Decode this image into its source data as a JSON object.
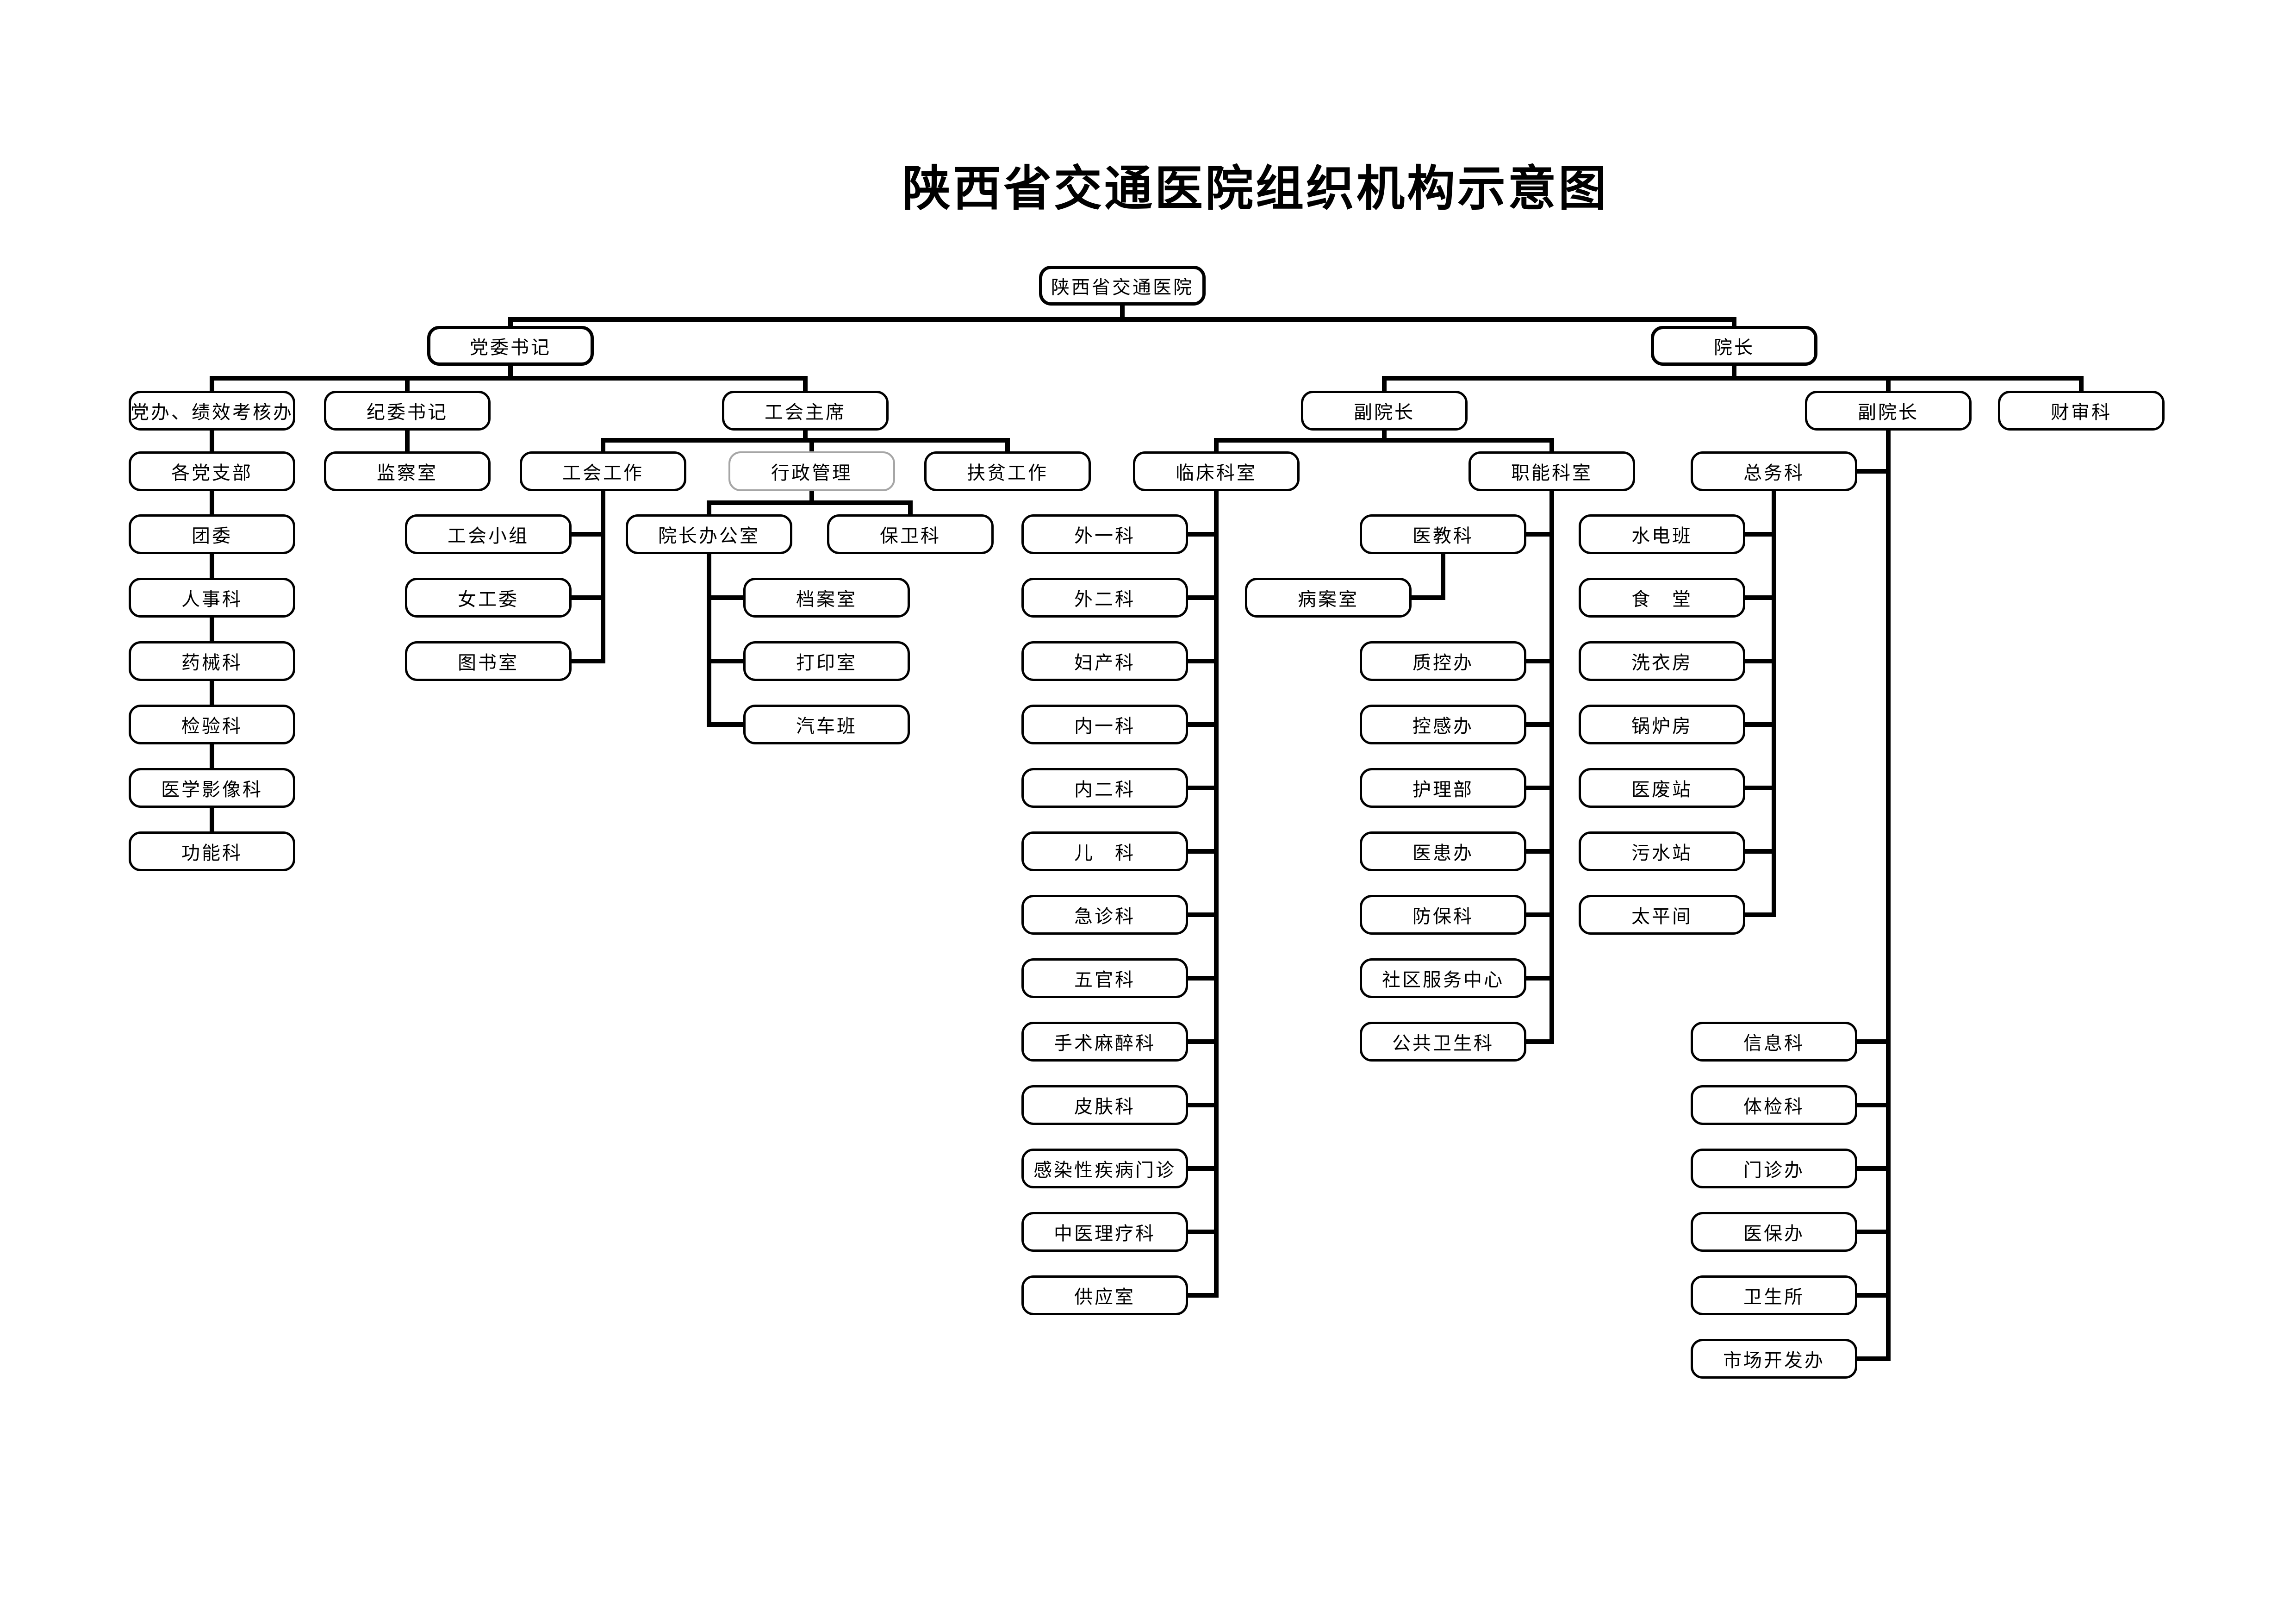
{
  "title": "陕西省交通医院组织机构示意图",
  "diagram": {
    "nodes": [
      {
        "id": "root",
        "label": "陕西省交通医院",
        "parent": null
      },
      {
        "id": "party-secretary",
        "label": "党委书记",
        "parent": "root"
      },
      {
        "id": "president",
        "label": "院长",
        "parent": "root"
      },
      {
        "id": "party-office",
        "label": "党办、绩效考核办",
        "parent": "party-secretary"
      },
      {
        "id": "discipline-secretary",
        "label": "纪委书记",
        "parent": "party-secretary"
      },
      {
        "id": "union-chairman",
        "label": "工会主席",
        "parent": "party-secretary"
      },
      {
        "id": "vice-president-1",
        "label": "副院长",
        "parent": "president"
      },
      {
        "id": "vice-president-2",
        "label": "副院长",
        "parent": "president"
      },
      {
        "id": "finance-audit",
        "label": "财审科",
        "parent": "president"
      },
      {
        "id": "party-branches",
        "label": "各党支部",
        "parent": "party-office"
      },
      {
        "id": "youth-league",
        "label": "团委",
        "parent": "party-branches"
      },
      {
        "id": "personnel",
        "label": "人事科",
        "parent": "youth-league"
      },
      {
        "id": "pharmacy-equipment",
        "label": "药械科",
        "parent": "personnel"
      },
      {
        "id": "laboratory",
        "label": "检验科",
        "parent": "pharmacy-equipment"
      },
      {
        "id": "medical-imaging",
        "label": "医学影像科",
        "parent": "laboratory"
      },
      {
        "id": "function-dept",
        "label": "功能科",
        "parent": "medical-imaging"
      },
      {
        "id": "supervision-office",
        "label": "监察室",
        "parent": "discipline-secretary"
      },
      {
        "id": "union-work",
        "label": "工会工作",
        "parent": "union-chairman"
      },
      {
        "id": "admin-management",
        "label": "行政管理",
        "parent": "union-chairman"
      },
      {
        "id": "poverty-alleviation",
        "label": "扶贫工作",
        "parent": "union-chairman"
      },
      {
        "id": "union-groups",
        "label": "工会小组",
        "parent": "union-work"
      },
      {
        "id": "women-workers",
        "label": "女工委",
        "parent": "union-work"
      },
      {
        "id": "library",
        "label": "图书室",
        "parent": "union-work"
      },
      {
        "id": "dean-office",
        "label": "院长办公室",
        "parent": "admin-management"
      },
      {
        "id": "security",
        "label": "保卫科",
        "parent": "admin-management"
      },
      {
        "id": "archives",
        "label": "档案室",
        "parent": "dean-office"
      },
      {
        "id": "print-room",
        "label": "打印室",
        "parent": "dean-office"
      },
      {
        "id": "motor-pool",
        "label": "汽车班",
        "parent": "dean-office"
      },
      {
        "id": "clinical-depts",
        "label": "临床科室",
        "parent": "vice-president-1"
      },
      {
        "id": "functional-depts",
        "label": "职能科室",
        "parent": "vice-president-1"
      },
      {
        "id": "surgery-1",
        "label": "外一科",
        "parent": "clinical-depts"
      },
      {
        "id": "surgery-2",
        "label": "外二科",
        "parent": "clinical-depts"
      },
      {
        "id": "obstetrics",
        "label": "妇产科",
        "parent": "clinical-depts"
      },
      {
        "id": "internal-1",
        "label": "内一科",
        "parent": "clinical-depts"
      },
      {
        "id": "internal-2",
        "label": "内二科",
        "parent": "clinical-depts"
      },
      {
        "id": "pediatrics",
        "label": "儿　科",
        "parent": "clinical-depts"
      },
      {
        "id": "emergency",
        "label": "急诊科",
        "parent": "clinical-depts"
      },
      {
        "id": "ent",
        "label": "五官科",
        "parent": "clinical-depts"
      },
      {
        "id": "anesthesia",
        "label": "手术麻醉科",
        "parent": "clinical-depts"
      },
      {
        "id": "dermatology",
        "label": "皮肤科",
        "parent": "clinical-depts"
      },
      {
        "id": "infectious-clinic",
        "label": "感染性疾病门诊",
        "parent": "clinical-depts"
      },
      {
        "id": "tcm-physio",
        "label": "中医理疗科",
        "parent": "clinical-depts"
      },
      {
        "id": "supply-room",
        "label": "供应室",
        "parent": "clinical-depts"
      },
      {
        "id": "medical-education",
        "label": "医教科",
        "parent": "functional-depts"
      },
      {
        "id": "medical-records",
        "label": "病案室",
        "parent": "medical-education"
      },
      {
        "id": "quality-control",
        "label": "质控办",
        "parent": "functional-depts"
      },
      {
        "id": "infection-control",
        "label": "控感办",
        "parent": "functional-depts"
      },
      {
        "id": "nursing",
        "label": "护理部",
        "parent": "functional-depts"
      },
      {
        "id": "doctor-patient",
        "label": "医患办",
        "parent": "functional-depts"
      },
      {
        "id": "prevention",
        "label": "防保科",
        "parent": "functional-depts"
      },
      {
        "id": "community-center",
        "label": "社区服务中心",
        "parent": "functional-depts"
      },
      {
        "id": "public-health",
        "label": "公共卫生科",
        "parent": "functional-depts"
      },
      {
        "id": "general-affairs",
        "label": "总务科",
        "parent": "vice-president-2"
      },
      {
        "id": "water-electric",
        "label": "水电班",
        "parent": "general-affairs"
      },
      {
        "id": "canteen",
        "label": "食　堂",
        "parent": "general-affairs"
      },
      {
        "id": "laundry",
        "label": "洗衣房",
        "parent": "general-affairs"
      },
      {
        "id": "boiler-room",
        "label": "锅炉房",
        "parent": "general-affairs"
      },
      {
        "id": "medical-waste",
        "label": "医废站",
        "parent": "general-affairs"
      },
      {
        "id": "sewage-station",
        "label": "污水站",
        "parent": "general-affairs"
      },
      {
        "id": "morgue",
        "label": "太平间",
        "parent": "general-affairs"
      },
      {
        "id": "information",
        "label": "信息科",
        "parent": "vice-president-2"
      },
      {
        "id": "physical-exam",
        "label": "体检科",
        "parent": "vice-president-2"
      },
      {
        "id": "outpatient-office",
        "label": "门诊办",
        "parent": "vice-president-2"
      },
      {
        "id": "medical-insurance",
        "label": "医保办",
        "parent": "vice-president-2"
      },
      {
        "id": "health-station",
        "label": "卫生所",
        "parent": "vice-president-2"
      },
      {
        "id": "market-dev",
        "label": "市场开发办",
        "parent": "vice-president-2"
      }
    ],
    "line_color": "#000000",
    "box_border_color": "#000000",
    "highlight_border_color": "#a6a6a6"
  }
}
